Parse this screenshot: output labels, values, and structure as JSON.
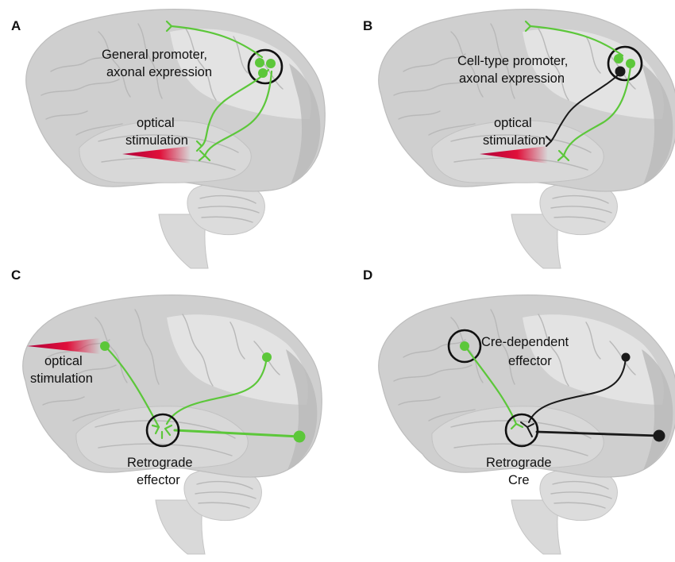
{
  "panels": [
    {
      "letter": "A",
      "labels": {
        "promoter_line1": "General promoter,",
        "promoter_line2": "axonal expression",
        "stim_line1": "optical",
        "stim_line2": "stimulation"
      }
    },
    {
      "letter": "B",
      "labels": {
        "promoter_line1": "Cell-type promoter,",
        "promoter_line2": "axonal expression",
        "stim_line1": "optical",
        "stim_line2": "stimulation"
      }
    },
    {
      "letter": "C",
      "labels": {
        "stim_line1": "optical",
        "stim_line2": "stimulation",
        "effector_line1": "Retrograde",
        "effector_line2": "effector"
      }
    },
    {
      "letter": "D",
      "labels": {
        "cre_line1": "Cre-dependent",
        "cre_line2": "effector",
        "retro_line1": "Retrograde",
        "retro_line2": "Cre"
      }
    }
  ],
  "colors": {
    "neuron_green": "#5cc73a",
    "neuron_black": "#1a1a1a",
    "brain_gray": "#cfcfcf",
    "brain_highlight": "#e6e6e6",
    "stimulation_red": "#e0103a"
  },
  "icons": [
    "brain-illustration",
    "neuron-soma",
    "axon-terminal",
    "light-beam"
  ]
}
